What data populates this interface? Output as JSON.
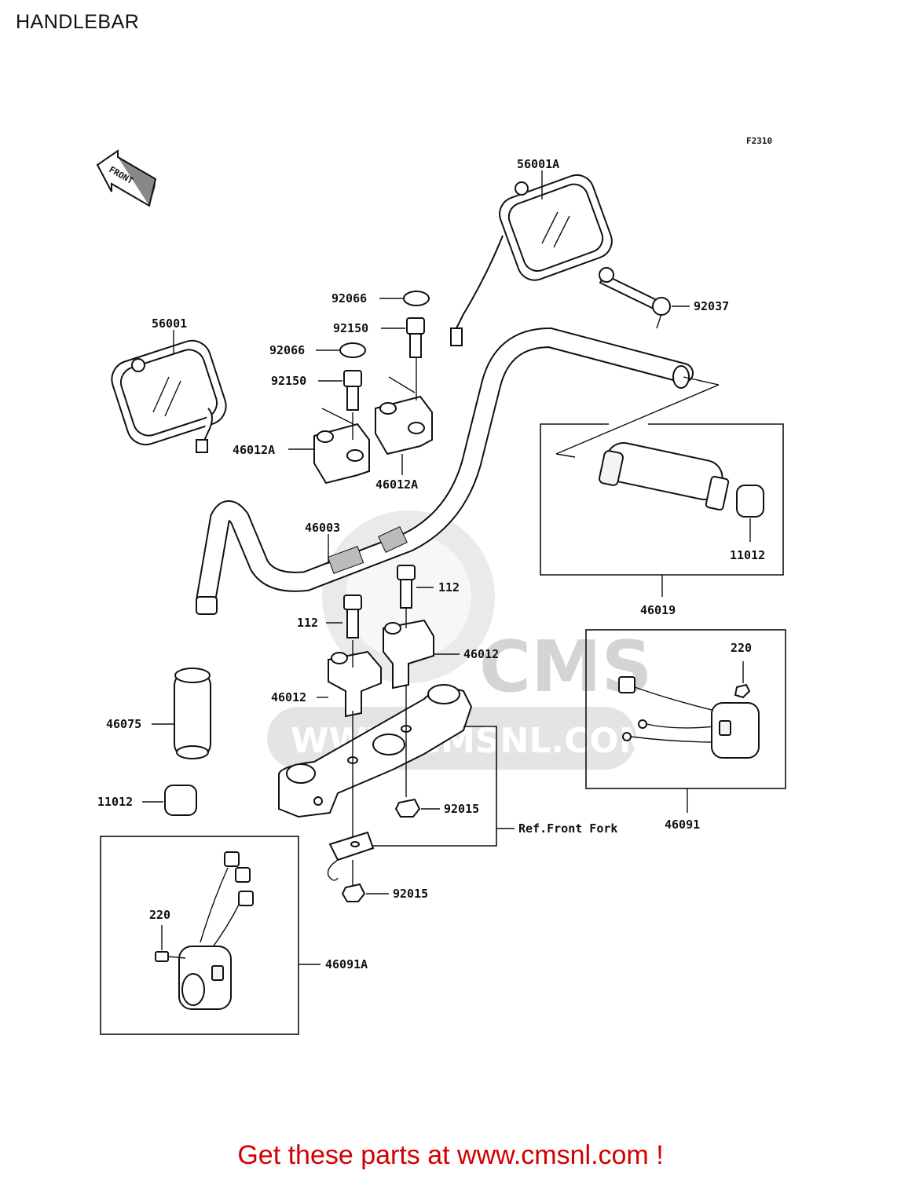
{
  "title": "HANDLEBAR",
  "figure_code": "F2310",
  "front_label": "FRONT",
  "ref_front_fork": "Ref.Front Fork",
  "watermark": {
    "brand": "CMS",
    "url": "WWW.CMSNL.COM"
  },
  "labels": {
    "p56001A": "56001A",
    "p56001": "56001",
    "p92066_top": "92066",
    "p92066_mid": "92066",
    "p92150_top": "92150",
    "p92150_mid": "92150",
    "p92037": "92037",
    "p46012A_left": "46012A",
    "p46012A_right": "46012A",
    "p46003": "46003",
    "p11012_right": "11012",
    "p46019": "46019",
    "p112_right": "112",
    "p112_left": "112",
    "p46012_right": "46012",
    "p46012_left": "46012",
    "p220_right": "220",
    "p46075": "46075",
    "p11012_left": "11012",
    "p92015_upper": "92015",
    "p92015_lower": "92015",
    "p46091": "46091",
    "p220_left": "220",
    "p46091A": "46091A"
  },
  "footer": "Get these parts at www.cmsnl.com !"
}
